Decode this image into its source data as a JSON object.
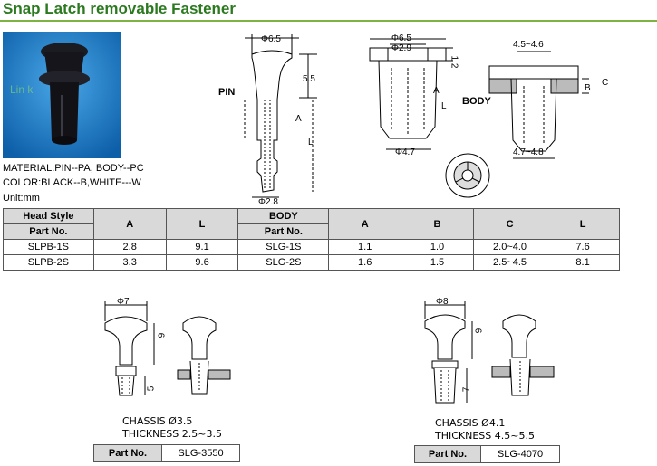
{
  "title": "Snap Latch removable Fastener",
  "photo": {
    "watermark": "Lin k"
  },
  "specs": {
    "material": "MATERIAL:PIN--PA, BODY--PC",
    "color": "COLOR:BLACK--B,WHITE---W",
    "unit": "Unit:mm"
  },
  "pin_drawing": {
    "label": "PIN",
    "dia_top": "Φ6.5",
    "dim_height": "5.5",
    "dim_a": "A",
    "dim_l": "L",
    "dia_bottom": "Φ2.8"
  },
  "body_drawing": {
    "label": "BODY",
    "dia_outer": "Φ6.5",
    "dia_inner": "Φ2.9",
    "dim_12": "1.2",
    "dim_a": "A",
    "dim_l": "L",
    "dia_bottom": "Φ4.7"
  },
  "installed_drawing": {
    "range_top": "4.5~4.6",
    "dim_b": "B",
    "dim_c": "C",
    "range_bottom": "4.7~4.8"
  },
  "table": {
    "header_row1": [
      "Head Style",
      "A",
      "L",
      "BODY",
      "A",
      "B",
      "C",
      "L"
    ],
    "header_row2": [
      "Part No.",
      "Part No."
    ],
    "rows": [
      [
        "SLPB-1S",
        "2.8",
        "9.1",
        "SLG-1S",
        "1.1",
        "1.0",
        "2.0~4.0",
        "7.6"
      ],
      [
        "SLPB-2S",
        "3.3",
        "9.6",
        "SLG-2S",
        "1.6",
        "1.5",
        "2.5~4.5",
        "8.1"
      ]
    ]
  },
  "fastener_left": {
    "dia": "Φ7",
    "dim_6": "6",
    "dim_5": "5",
    "chassis": "CHASSIS Ø3.5",
    "thickness": "THICKNESS 2.5~3.5",
    "part_label": "Part No.",
    "part_value": "SLG-3550"
  },
  "fastener_right": {
    "dia": "Φ8",
    "dim_6": "6",
    "dim_7": "7",
    "chassis": "CHASSIS Ø4.1",
    "thickness": "THICKNESS 4.5~5.5",
    "part_label": "Part No.",
    "part_value": "SLG-4070"
  }
}
